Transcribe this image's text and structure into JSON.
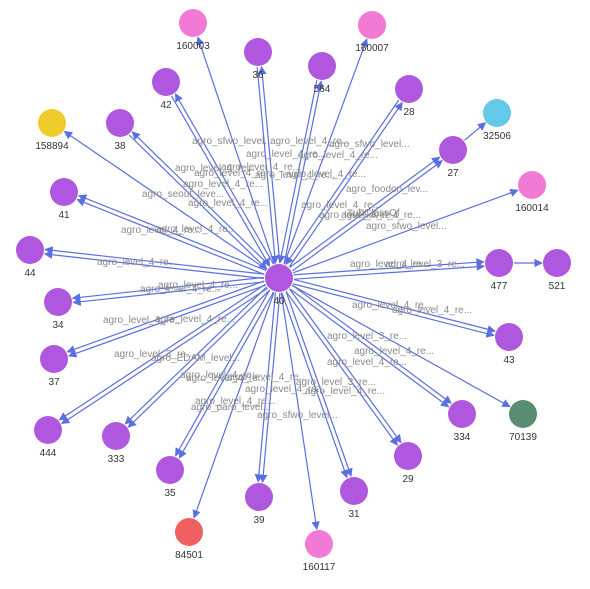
{
  "graph": {
    "center": {
      "id": "40",
      "label": "40",
      "color": "#b057e0"
    },
    "colors": {
      "purple": "#b057e0",
      "pink": "#f07ad6",
      "yellow": "#f0cc2a",
      "cyan": "#64c8e8",
      "green": "#5a8c74",
      "red": "#f06060",
      "edge": "#5a6fe0",
      "edge_label": "#8a8a8a"
    },
    "nodes": [
      {
        "id": "160003",
        "label": "160003",
        "color": "pink"
      },
      {
        "id": "36",
        "label": "36",
        "color": "purple"
      },
      {
        "id": "160007",
        "label": "160007",
        "color": "pink"
      },
      {
        "id": "564",
        "label": "564",
        "color": "purple"
      },
      {
        "id": "42",
        "label": "42",
        "color": "purple"
      },
      {
        "id": "28",
        "label": "28",
        "color": "purple"
      },
      {
        "id": "158894",
        "label": "158894",
        "color": "yellow"
      },
      {
        "id": "38",
        "label": "38",
        "color": "purple"
      },
      {
        "id": "32506",
        "label": "32506",
        "color": "cyan"
      },
      {
        "id": "27",
        "label": "27",
        "color": "purple"
      },
      {
        "id": "41",
        "label": "41",
        "color": "purple"
      },
      {
        "id": "160014",
        "label": "160014",
        "color": "pink"
      },
      {
        "id": "44",
        "label": "44",
        "color": "purple"
      },
      {
        "id": "477",
        "label": "477",
        "color": "purple"
      },
      {
        "id": "521",
        "label": "521",
        "color": "purple"
      },
      {
        "id": "34",
        "label": "34",
        "color": "purple"
      },
      {
        "id": "43",
        "label": "43",
        "color": "purple"
      },
      {
        "id": "37",
        "label": "37",
        "color": "purple"
      },
      {
        "id": "444",
        "label": "444",
        "color": "purple"
      },
      {
        "id": "333",
        "label": "333",
        "color": "purple"
      },
      {
        "id": "334",
        "label": "334",
        "color": "purple"
      },
      {
        "id": "70139",
        "label": "70139",
        "color": "green"
      },
      {
        "id": "29",
        "label": "29",
        "color": "purple"
      },
      {
        "id": "35",
        "label": "35",
        "color": "purple"
      },
      {
        "id": "31",
        "label": "31",
        "color": "purple"
      },
      {
        "id": "39",
        "label": "39",
        "color": "purple"
      },
      {
        "id": "84501",
        "label": "84501",
        "color": "red"
      },
      {
        "id": "160117",
        "label": "160117",
        "color": "pink"
      }
    ],
    "edges": [
      {
        "source": "40",
        "target": "160003",
        "arrow": "target",
        "double": false
      },
      {
        "source": "40",
        "target": "36",
        "arrow": "source",
        "double": true
      },
      {
        "source": "40",
        "target": "160007",
        "arrow": "target",
        "double": false
      },
      {
        "source": "40",
        "target": "564",
        "arrow": "source",
        "double": true
      },
      {
        "source": "40",
        "target": "42",
        "arrow": "source",
        "double": true
      },
      {
        "source": "40",
        "target": "28",
        "arrow": "source",
        "double": true
      },
      {
        "source": "40",
        "target": "158894",
        "arrow": "target",
        "double": false
      },
      {
        "source": "40",
        "target": "38",
        "arrow": "source",
        "double": true
      },
      {
        "source": "27",
        "target": "32506",
        "arrow": "target",
        "double": false
      },
      {
        "source": "40",
        "target": "27",
        "arrow": "target",
        "double": true
      },
      {
        "source": "40",
        "target": "41",
        "arrow": "target",
        "double": true
      },
      {
        "source": "40",
        "target": "160014",
        "arrow": "target",
        "double": false
      },
      {
        "source": "40",
        "target": "44",
        "arrow": "target",
        "double": true
      },
      {
        "source": "40",
        "target": "477",
        "arrow": "target",
        "double": true
      },
      {
        "source": "477",
        "target": "521",
        "arrow": "target",
        "double": false
      },
      {
        "source": "40",
        "target": "34",
        "arrow": "target",
        "double": true
      },
      {
        "source": "40",
        "target": "43",
        "arrow": "target",
        "double": true
      },
      {
        "source": "40",
        "target": "37",
        "arrow": "target",
        "double": true
      },
      {
        "source": "40",
        "target": "444",
        "arrow": "target",
        "double": true
      },
      {
        "source": "40",
        "target": "333",
        "arrow": "target",
        "double": true
      },
      {
        "source": "40",
        "target": "334",
        "arrow": "target",
        "double": true
      },
      {
        "source": "40",
        "target": "70139",
        "arrow": "target",
        "double": false
      },
      {
        "source": "40",
        "target": "29",
        "arrow": "target",
        "double": true
      },
      {
        "source": "40",
        "target": "35",
        "arrow": "target",
        "double": true
      },
      {
        "source": "40",
        "target": "31",
        "arrow": "target",
        "double": true
      },
      {
        "source": "40",
        "target": "39",
        "arrow": "target",
        "double": true
      },
      {
        "source": "40",
        "target": "84501",
        "arrow": "target",
        "double": false
      },
      {
        "source": "40",
        "target": "160117",
        "arrow": "target",
        "double": false
      }
    ],
    "edge_labels": [
      "agro_sfwo_level...",
      "agro_level_4_re...",
      "agro_sfwo_level...",
      "agro_level_4_re...",
      "agro_level_4_re...",
      "agro_level_4_re...",
      "agro_level_4_re...",
      "agro_level_4_re...",
      "agro_level_4_re...",
      "agro_level_4_re...",
      "agro_foodon_lev...",
      "agro_level_4_re...",
      "agro_seout_leve...",
      "agro_level_4_re...",
      "agro_level_4_re...",
      "agro_level_4_re...",
      "agro_level_4_re...",
      "subClassOf",
      "agro_sfwo_level...",
      "agro_level_4_re...",
      "agro_level_4_re...",
      "agro_level_4_re...",
      "agro_level_4_re...",
      "agro_level_4_re...",
      "agro_level_3_re...",
      "agro_level_4_re...",
      "agro_level_4_re...",
      "agro_level_4_re...",
      "agro_level_4_re...",
      "agro_level_4_re...",
      "agro_level_3_re...",
      "agro_EDAM_level...",
      "agro_level_3_re...",
      "agro_level_4_re...",
      "agro_level_4_re...",
      "agro_level_4_re...",
      "agro_level_4_re...",
      "agro_level_4_re...",
      "agro_level_3_re...",
      "agro_level_4_re...",
      "agro_level_4_re...",
      "agro_level_4_re...",
      "agro_paro_level...",
      "agro_sfwo_level..."
    ]
  }
}
